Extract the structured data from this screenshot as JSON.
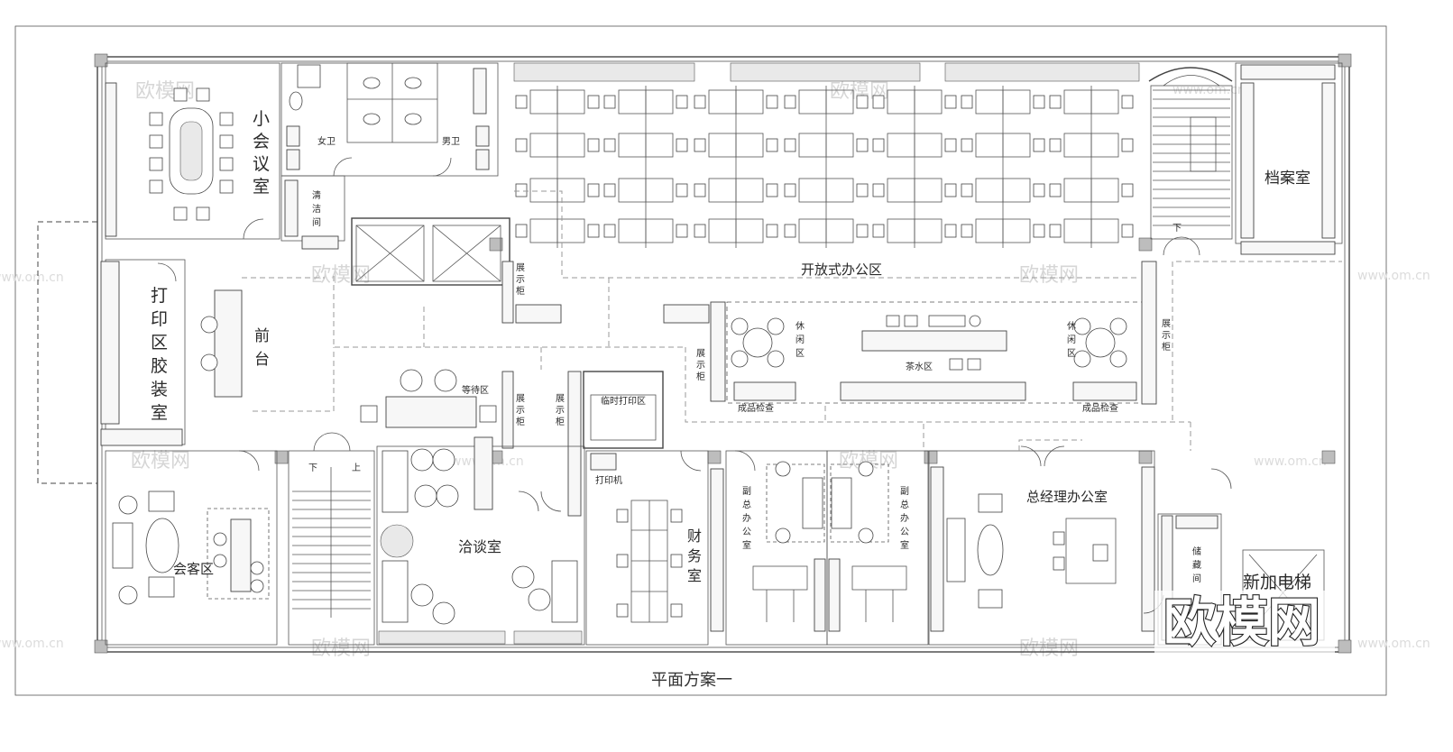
{
  "drawing_title": "平面方案一",
  "rooms": {
    "small_meeting": "小会议室",
    "archive": "档案室",
    "open_office": "开放式办公区",
    "print_bind": "打印区胶装室",
    "reception": "前台",
    "waiting": "等待区",
    "display_a": "展示柜",
    "display_b": "展示柜",
    "display_c": "展示柜",
    "display_d": "展示柜",
    "display_e": "展示柜",
    "temp_print": "临时打印区",
    "leisure_a": "休闲区",
    "leisure_b": "休闲区",
    "tea": "茶水区",
    "product_a": "成品检查",
    "product_b": "成品检查",
    "female_wc": "女卫",
    "male_wc": "男卫",
    "cleaning": "清洁间",
    "guest": "会客区",
    "negotiation": "洽谈室",
    "printer": "打印机",
    "finance": "财务室",
    "vp_a": "副总办公室",
    "vp_b": "副总办公室",
    "gm": "总经理办公室",
    "storage": "储藏间",
    "new_elevator": "新加电梯",
    "stair_down": "下",
    "stair_up": "上",
    "stair_down_2": "下"
  },
  "watermark": {
    "logo": "欧模网",
    "url": "www.om.cn"
  }
}
